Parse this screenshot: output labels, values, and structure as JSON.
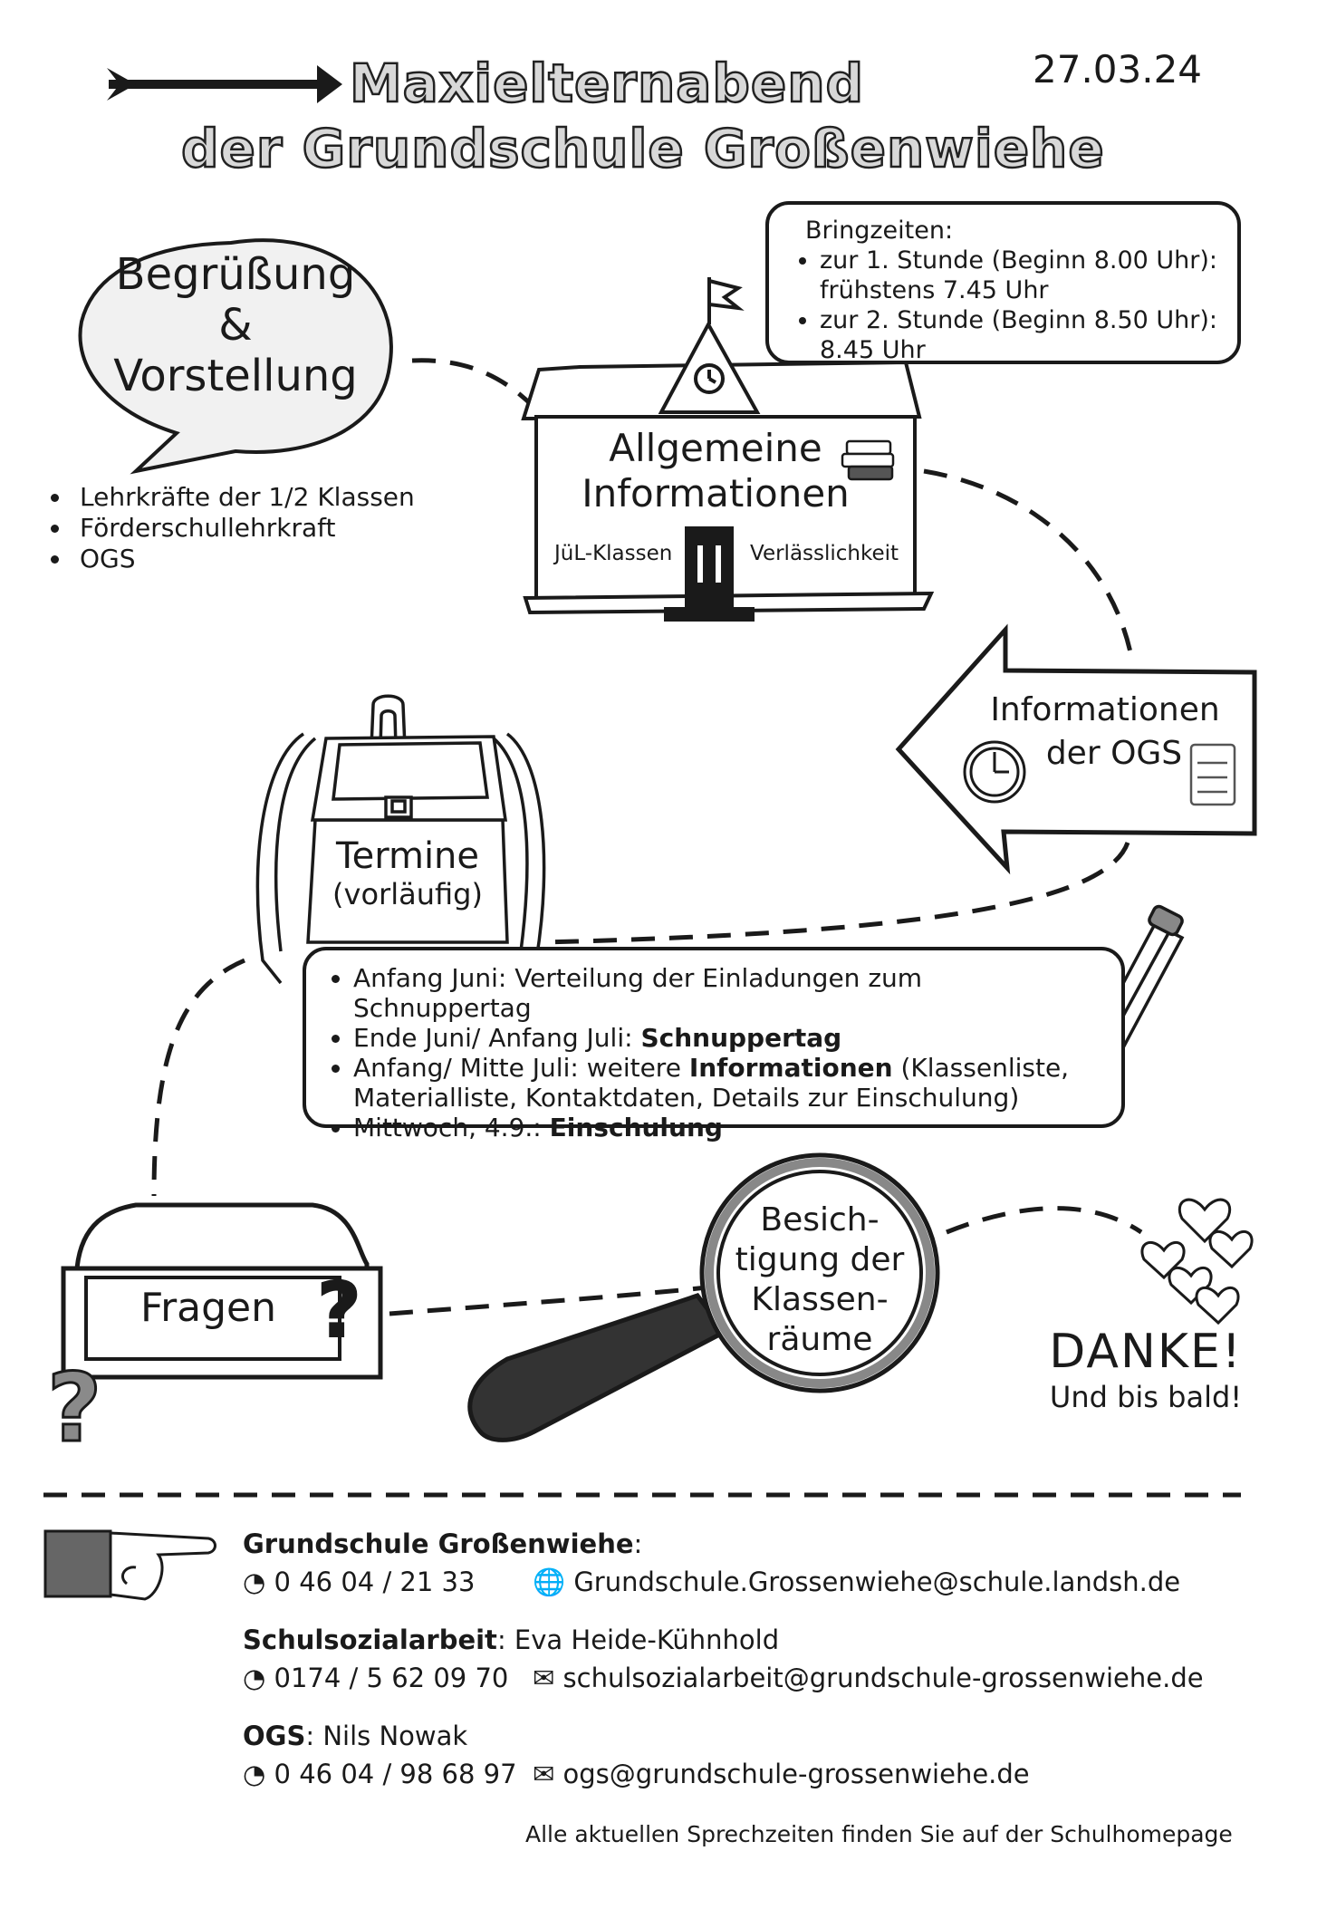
{
  "header": {
    "title_line1": "Maxielternabend",
    "title_line2": "der Grundschule Großenwiehe",
    "date": "27.03.24"
  },
  "greeting": {
    "line1": "Begrüßung",
    "line2": "&",
    "line3": "Vorstellung",
    "items": [
      "Lehrkräfte der 1/2 Klassen",
      "Förderschullehrkraft",
      "OGS"
    ]
  },
  "bring_times": {
    "title": "Bringzeiten:",
    "items": [
      {
        "line1": "zur 1. Stunde (Beginn 8.00 Uhr):",
        "line2": "frühstens 7.45 Uhr"
      },
      {
        "line1": "zur 2. Stunde (Beginn 8.50 Uhr):",
        "line2": "8.45 Uhr"
      }
    ]
  },
  "school": {
    "line1": "Allgemeine",
    "line2": "Informationen",
    "left_label": "JüL-Klassen",
    "right_label": "Verlässlichkeit"
  },
  "ogs": {
    "line1": "Informationen",
    "line2": "der OGS"
  },
  "backpack": {
    "line1": "Termine",
    "line2": "(vorläufig)"
  },
  "dates": {
    "items": [
      {
        "text": "Anfang Juni: Verteilung der Einladungen zum Schnuppertag",
        "bold": ""
      },
      {
        "text": "Ende Juni/ Anfang Juli: ",
        "bold": "Schnuppertag"
      },
      {
        "text": "Anfang/ Mitte Juli: weitere ",
        "bold": "Informationen",
        "rest": " (Klassenliste,"
      },
      {
        "continuation": "Materialliste, Kontaktdaten, Details zur Einschulung)"
      },
      {
        "text": "Mittwoch, 4.9.: ",
        "bold": "Einschulung"
      }
    ]
  },
  "questions": {
    "label": "Fragen",
    "mark": "?"
  },
  "tour": {
    "line1": "Besich-",
    "line2": "tigung der",
    "line3": "Klassen-",
    "line4": "räume"
  },
  "thanks": {
    "line1": "DANKE!",
    "line2": "Und bis bald!"
  },
  "footer": {
    "school_name": "Grundschule Großenwiehe",
    "school_name_suffix": ":",
    "school_phone": "0 46 04 / 21 33",
    "school_email": "Grundschule.Grossenwiehe@schule.landsh.de",
    "social_label": "Schulsozialarbeit",
    "social_person": ": Eva Heide-Kühnhold",
    "social_phone": "0174 / 5 62 09 70",
    "social_email": "schulsozialarbeit@grundschule-grossenwiehe.de",
    "ogs_label": "OGS",
    "ogs_person": ": Nils Nowak",
    "ogs_phone": "0 46 04 / 98 68 97",
    "ogs_email": "ogs@grundschule-grossenwiehe.de",
    "note": "Alle aktuellen Sprechzeiten finden Sie auf der Schulhomepage"
  },
  "icons": [
    "arrow-icon",
    "clock-icon",
    "books-icon",
    "notepad-icon",
    "pencil-icon",
    "magnifier-icon",
    "question-mark-icon",
    "hearts-icon",
    "phone-icon",
    "globe-icon",
    "mail-icon",
    "pointing-hand-icon"
  ]
}
